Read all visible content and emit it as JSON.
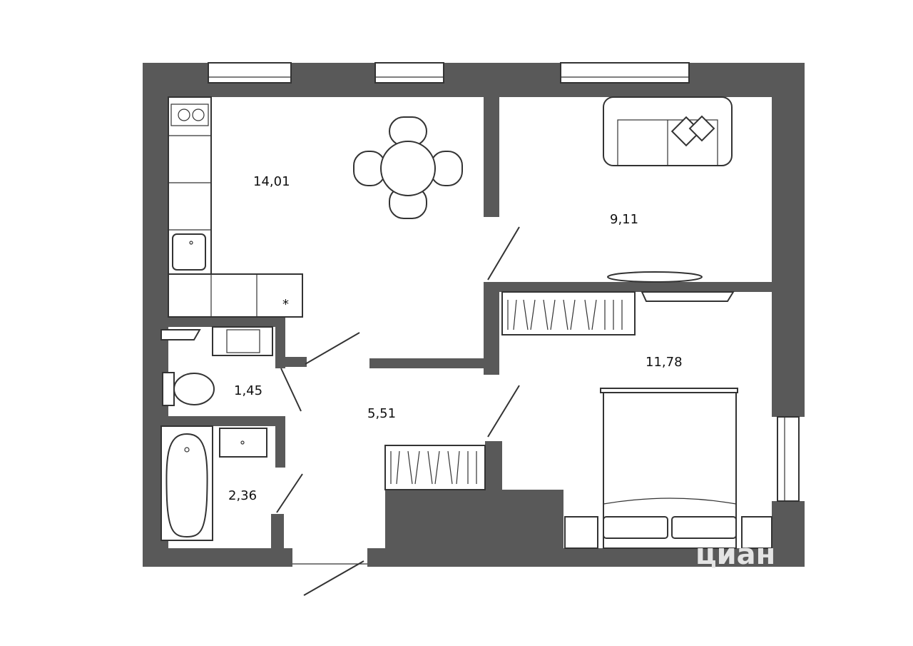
{
  "rooms": [
    {
      "id": "kitchen",
      "area": "14,01"
    },
    {
      "id": "living",
      "area": "9,11"
    },
    {
      "id": "bedroom",
      "area": "11,78"
    },
    {
      "id": "wc",
      "area": "1,45"
    },
    {
      "id": "hall",
      "area": "5,51"
    },
    {
      "id": "bath",
      "area": "2,36"
    }
  ],
  "markers": {
    "kitchen_appliance": "*"
  },
  "watermark": {
    "text": "циан"
  },
  "colors": {
    "wall": "#595959",
    "line": "#333333",
    "background": "#ffffff"
  }
}
